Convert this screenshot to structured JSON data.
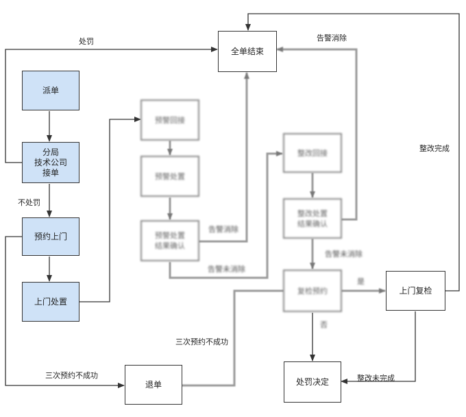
{
  "nodes": {
    "dispatch": "派单",
    "branch_accept": "分局\n技术公司\n接单",
    "appointment_visit": "预约上门",
    "onsite_handling": "上门处置",
    "alarm_receipt": "预警回接",
    "alarm_handling": "预警处置",
    "alarm_confirm": "预警处置\n结果确认",
    "rectify_receipt": "整改回接",
    "rectify_confirm": "整改处置\n结果确认",
    "review_appointment": "复检预约",
    "onsite_recheck": "上门复检",
    "order_complete": "全单结束",
    "return_order": "退单",
    "penalty_decision": "处罚决定"
  },
  "labels": {
    "penalty": "处罚",
    "no_penalty": "不处罚",
    "alarm_cleared_top": "告警消除",
    "alarm_cleared_mid": "告警消除",
    "alarm_not_cleared_a": "告警未消除",
    "alarm_not_cleared_b": "告警未消除",
    "rectify_done": "整改完成",
    "three_failed_left": "三次预约不成功",
    "three_failed_mid": "三次预约不成功",
    "yes": "是",
    "no": "否",
    "rectify_not_done": "整改未完成"
  }
}
